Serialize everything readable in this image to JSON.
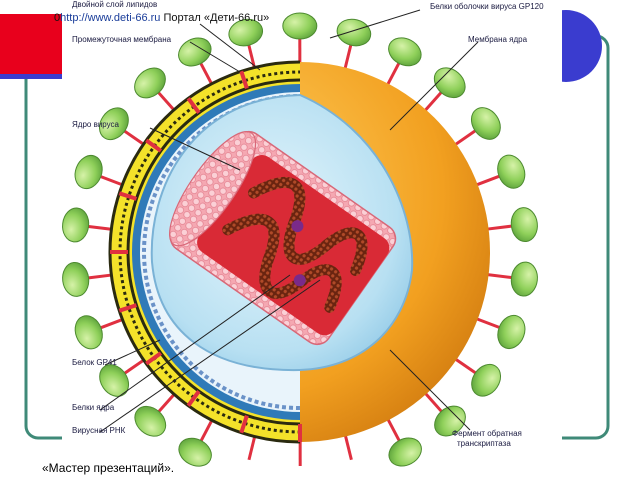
{
  "slide": {
    "source_prefix": "0",
    "source_link": "http://www.deti-66.ru",
    "source_portal": "Портал «Дети-66.ru»",
    "footer_credit": "«Мастер презентаций»."
  },
  "diagram": {
    "labels": {
      "lipid_bilayer": "Двойной слой липидов",
      "envelope_protein": "Белки оболочки вируса GP120",
      "intermediate_membrane": "Промежуточная мембрана",
      "nucleus_membrane": "Мембрана ядра",
      "virus_core": "Ядро вируса",
      "gp41": "Белок GP41",
      "core_proteins": "Белки ядра",
      "viral_rna": "Вирусная РНК",
      "reverse_transcriptase_1": "Фермент обратная",
      "reverse_transcriptase_2": "транскриптаза"
    }
  },
  "colors": {
    "accent_red": "#e8001c",
    "frame_blue": "#3a3ccf",
    "frame_green": "#3f8a78",
    "spike_green": "#8fd05a",
    "envelope_orange": "#f2a020",
    "bilayer_yellow": "#f4e22a",
    "capsid_pink": "#f07a8a",
    "core_red": "#de2a36",
    "inner_blue": "#b3dff0"
  }
}
